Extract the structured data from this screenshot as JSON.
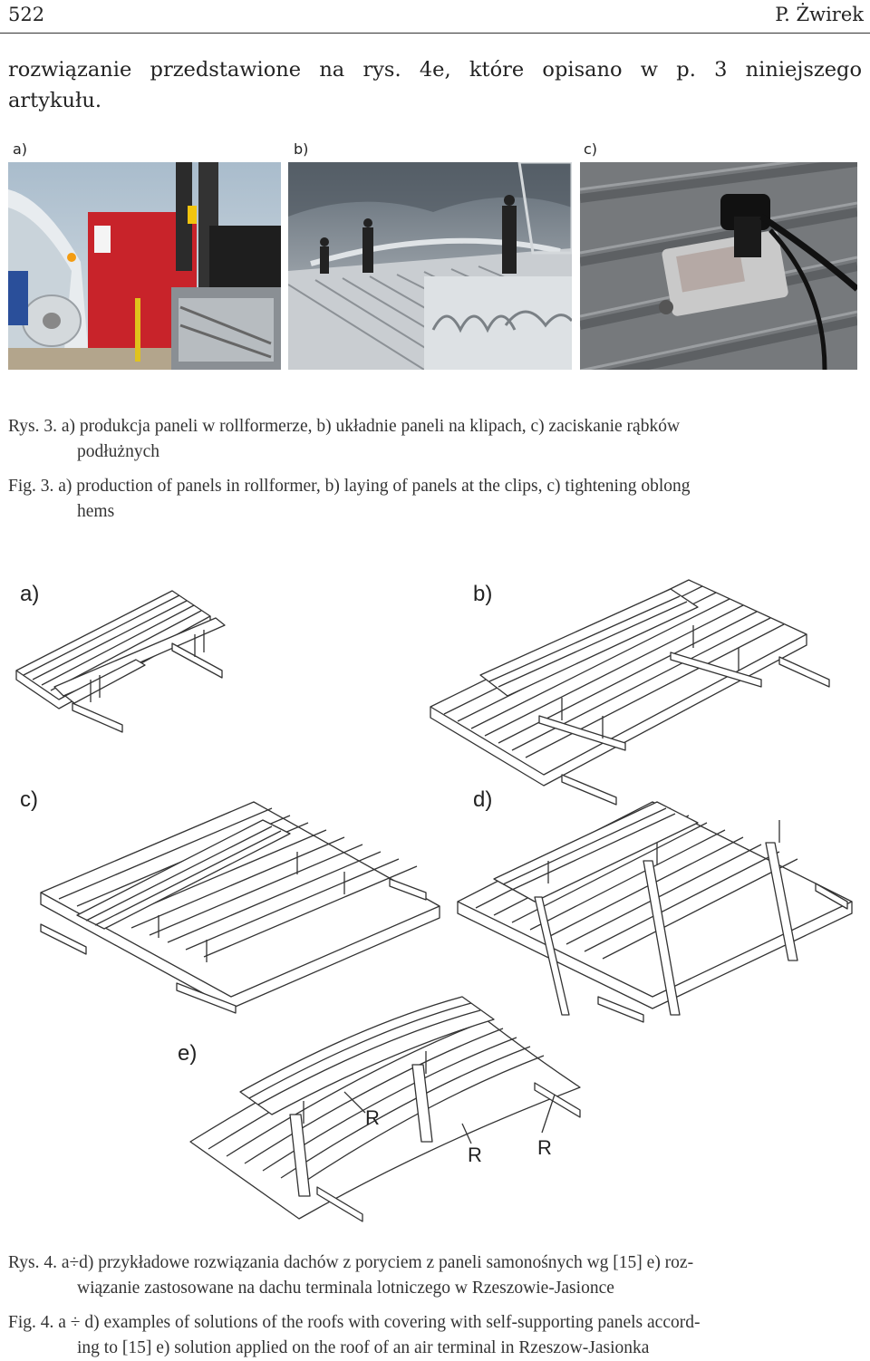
{
  "header": {
    "page_number": "522",
    "author": "P. Żwirek"
  },
  "body": {
    "line1": "rozwiązanie przedstawione na rys. 4e, które opisano w p. 3 niniejszego",
    "line2": "artykułu."
  },
  "figure3": {
    "panels": [
      "a)",
      "b)",
      "c)"
    ],
    "caption_pl_label": "Rys. 3.",
    "caption_pl_text": "a) produkcja paneli w rollformerze, b) układnie paneli na klipach, c) zaciskanie rąbków",
    "caption_pl_cont": "podłużnych",
    "caption_en_label": "Fig. 3.",
    "caption_en_text": "a) production of panels in rollformer, b) laying of panels at the clips, c) tightening oblong",
    "caption_en_cont": "hems"
  },
  "figure4": {
    "panels": [
      "a)",
      "b)",
      "c)",
      "d)",
      "e)"
    ],
    "radius_labels": [
      "R",
      "R",
      "R"
    ],
    "caption_pl_label": "Rys. 4.",
    "caption_pl_text": "a÷d) przykładowe rozwiązania dachów z poryciem z paneli samonośnych wg [15] e) roz-",
    "caption_pl_cont": "wiązanie zastosowane na dachu terminala lotniczego w Rzeszowie-Jasionce",
    "caption_en_label": "Fig. 4.",
    "caption_en_text": "a ÷ d) examples of solutions of the roofs with covering with self-supporting panels accord-",
    "caption_en_cont": "ing to [15] e) solution applied on the roof of an air terminal in Rzeszow-Jasionka"
  }
}
